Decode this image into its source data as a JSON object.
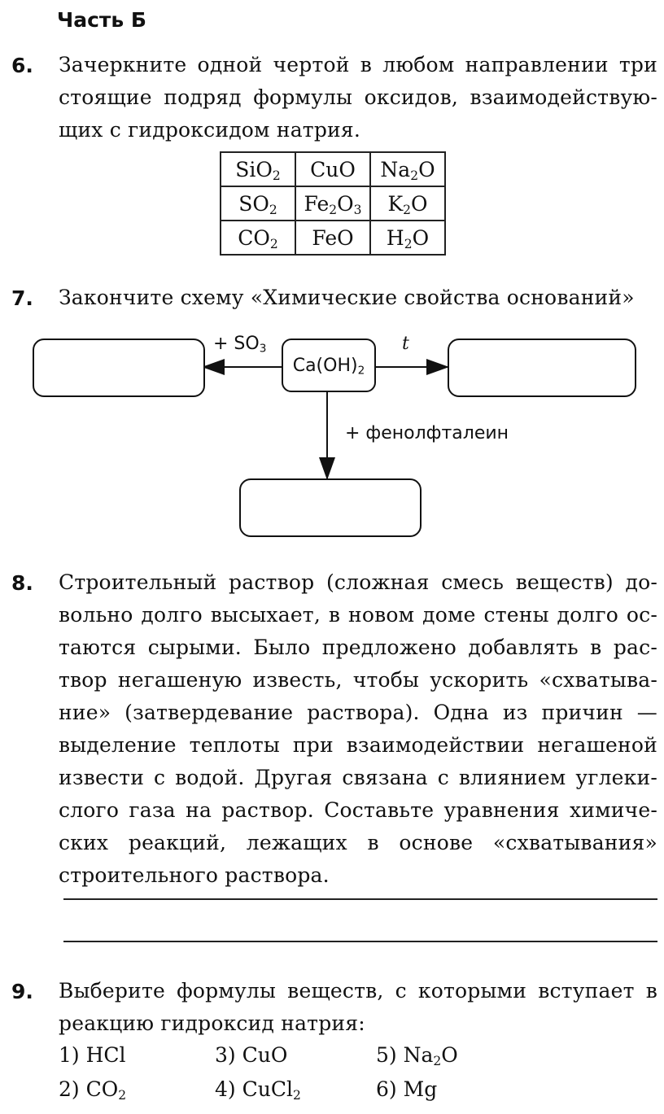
{
  "part_title": "Часть Б",
  "q6": {
    "number": "6.",
    "lines": [
      "Зачеркните одной чертой в любом направлении три",
      "стоящие подряд формулы оксидов, взаимодействую-",
      "щих с гидроксидом натрия."
    ],
    "table": [
      [
        {
          "el": "SiO",
          "sub": "2",
          "tail": ""
        },
        {
          "el": "CuO",
          "sub": "",
          "tail": ""
        },
        {
          "el": "Na",
          "sub": "2",
          "tail": "O"
        }
      ],
      [
        {
          "el": "SO",
          "sub": "2",
          "tail": ""
        },
        {
          "el": "Fe",
          "sub": "2",
          "tail": "O",
          "sub2": "3"
        },
        {
          "el": "K",
          "sub": "2",
          "tail": "O"
        }
      ],
      [
        {
          "el": "CO",
          "sub": "2",
          "tail": ""
        },
        {
          "el": "FeO",
          "sub": "",
          "tail": ""
        },
        {
          "el": "H",
          "sub": "2",
          "tail": "O"
        }
      ]
    ]
  },
  "q7": {
    "number": "7.",
    "text": "Закончите схему «Химические свойства оснований»",
    "center_main": "Ca(OH)",
    "center_sub": "2",
    "left_label_main": "+ SO",
    "left_label_sub": "3",
    "right_label": "t",
    "down_label": "+ фенолфталеин"
  },
  "q8": {
    "number": "8.",
    "lines": [
      "Строительный раствор (сложная смесь веществ) до-",
      "вольно долго высыхает, в новом доме стены долго ос-",
      "таются сырыми. Было предложено добавлять в рас-",
      "твор негашеную известь, чтобы ускорить «схватыва-",
      "ние» (затвердевание раствора). Одна из причин —",
      "выделение теплоты при взаимодействии негашеной",
      "извести с водой. Другая связана с влиянием углеки-",
      "слого газа на раствор. Составьте уравнения химиче-",
      "ских реакций, лежащих в основе «схватывания»",
      "строительного раствора."
    ]
  },
  "q9": {
    "number": "9.",
    "lines": [
      "Выберите формулы веществ, с которыми вступает в",
      "реакцию гидроксид натрия:"
    ],
    "options": [
      {
        "label": "1) HCl",
        "sub": "",
        "tail": ""
      },
      {
        "label": "2) CO",
        "sub": "2",
        "tail": ""
      },
      {
        "label": "3) CuO",
        "sub": "",
        "tail": ""
      },
      {
        "label": "4) CuCl",
        "sub": "2",
        "tail": ""
      },
      {
        "label": "5) Na",
        "sub": "2",
        "tail": "O"
      },
      {
        "label": "6) Mg",
        "sub": "",
        "tail": ""
      }
    ]
  }
}
